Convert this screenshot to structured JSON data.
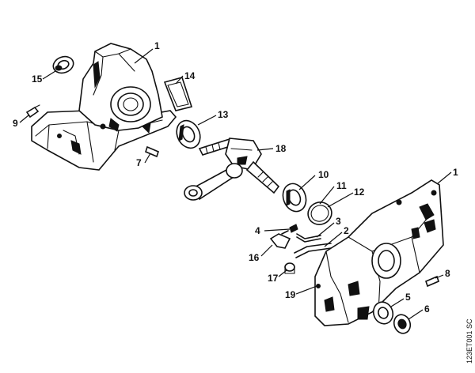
{
  "diagram": {
    "drawing_code": "123ET001 SC",
    "callouts": [
      "1",
      "15",
      "14",
      "9",
      "13",
      "7",
      "18",
      "10",
      "11",
      "12",
      "3",
      "2",
      "4",
      "16",
      "17",
      "1",
      "8",
      "19",
      "5",
      "6"
    ]
  }
}
